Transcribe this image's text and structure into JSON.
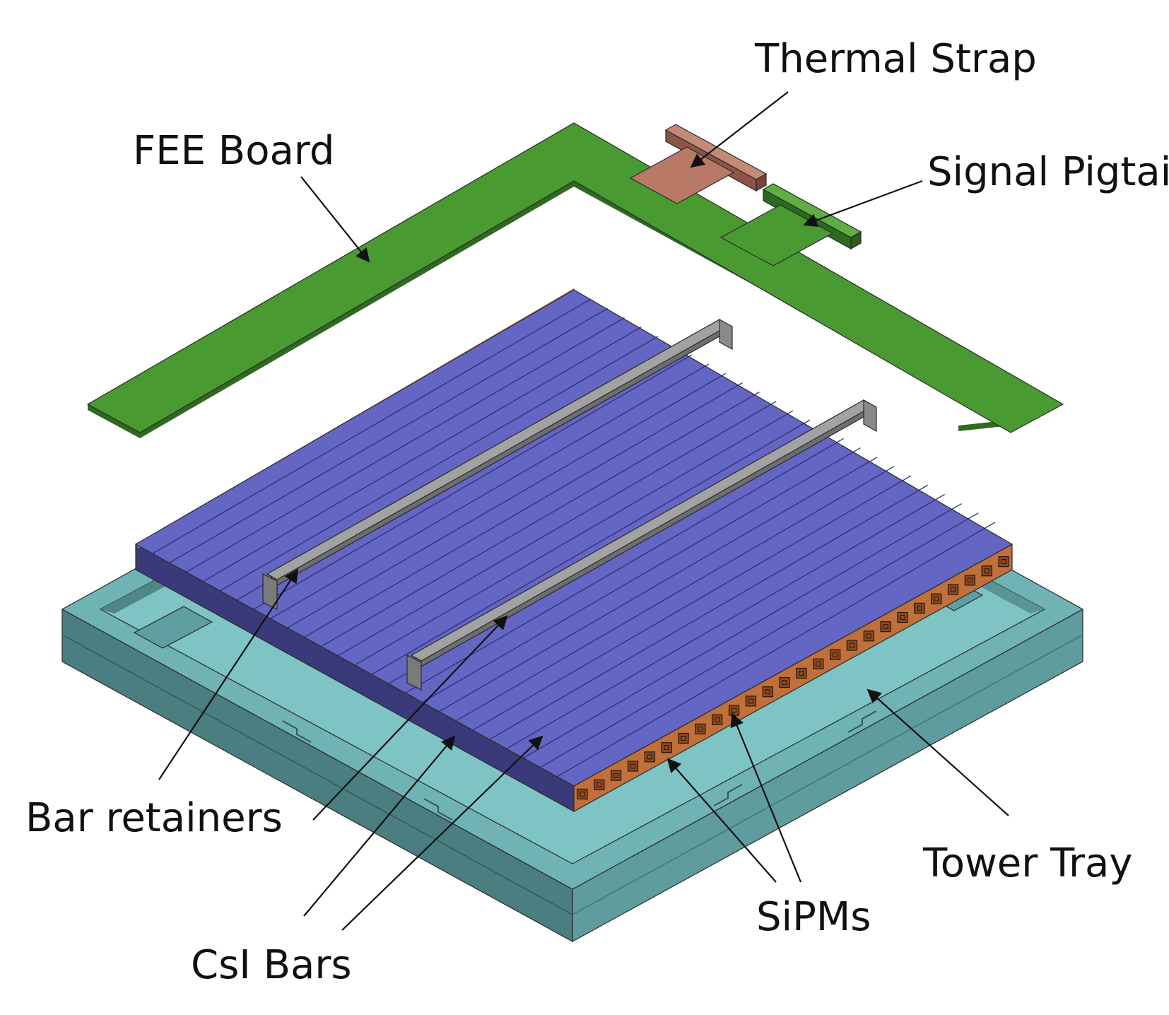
{
  "labels": {
    "thermal_strap": "Thermal Strap",
    "fee_board": "FEE Board",
    "signal_pigtail": "Signal Pigtail",
    "bar_retainers": "Bar retainers",
    "csi_bars": "CsI Bars",
    "sipms": "SiPMs",
    "tower_tray": "Tower Tray"
  },
  "colors": {
    "fee_board": "#4a9a32",
    "thermal_strap": "#b87a66",
    "csi_bar": "#6466c4",
    "bar_retainer": "#8c8c8c",
    "sipm": "#c0703a",
    "tower_tray": "#7ec4c4"
  }
}
